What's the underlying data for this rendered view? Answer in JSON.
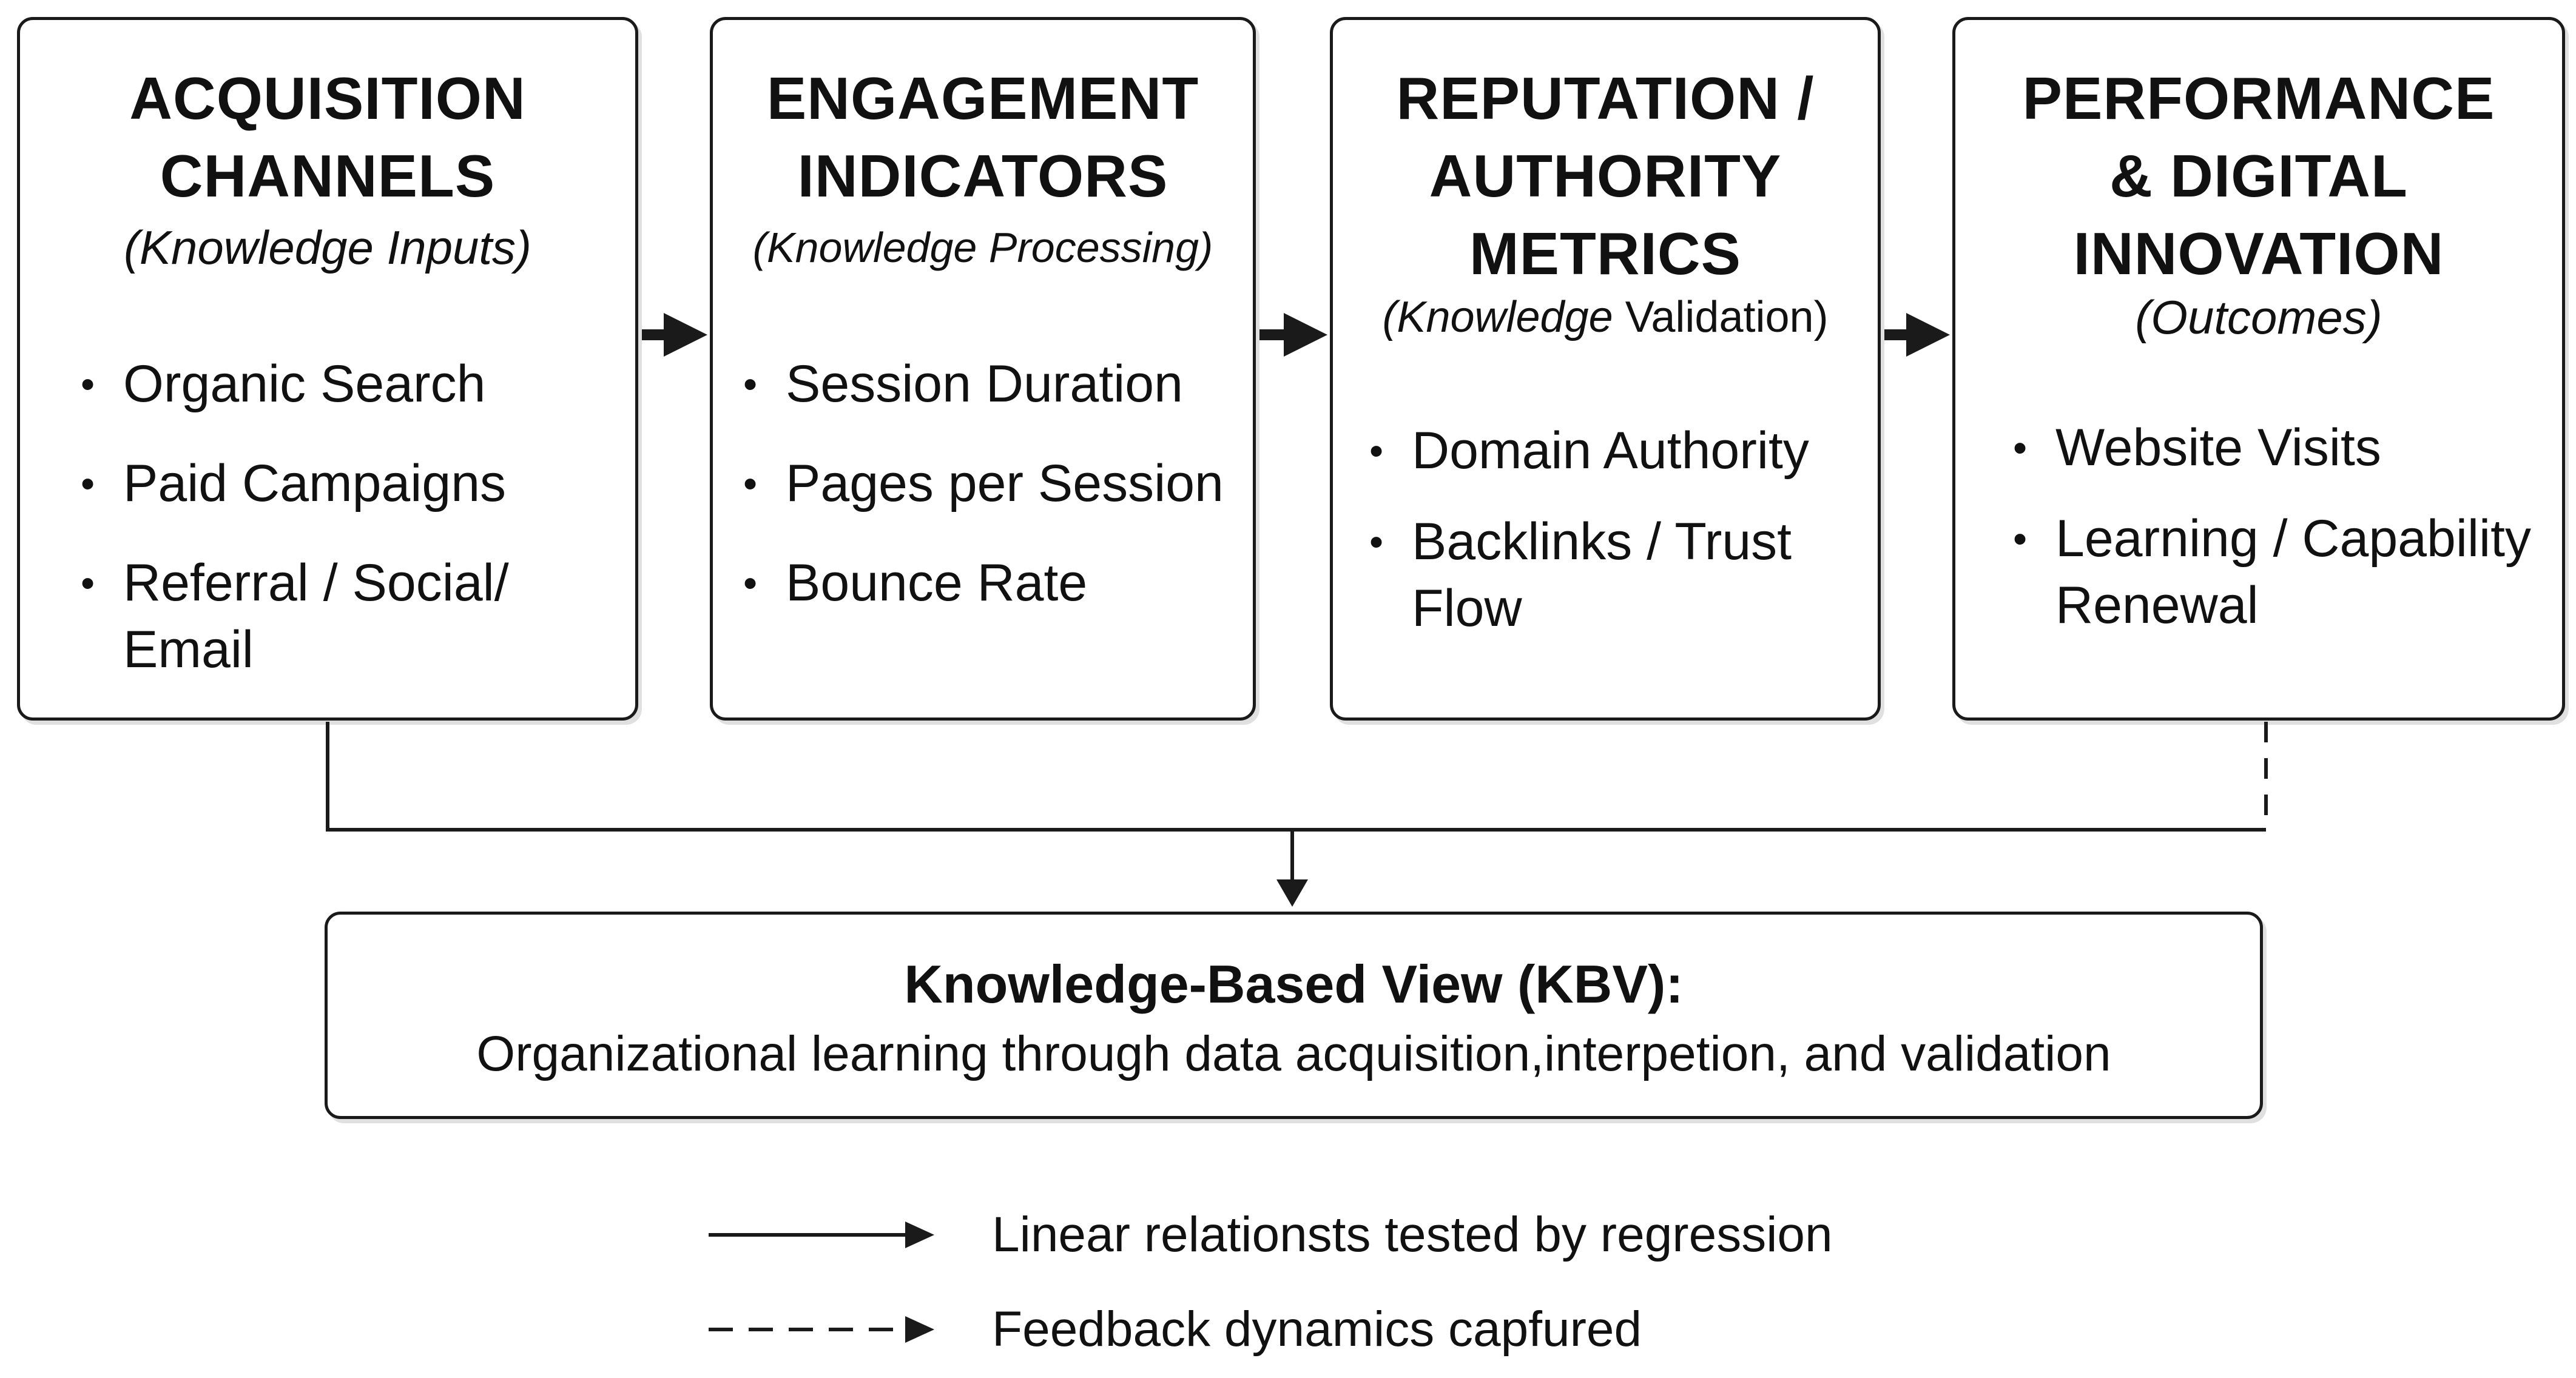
{
  "stages": [
    {
      "title_lines": [
        "ACQUISITION",
        "CHANNELS"
      ],
      "subtitle": "(Knowledge Inputs)",
      "items": [
        "Organic Search",
        "Paid Campaigns",
        "Referral / Social/ Email"
      ]
    },
    {
      "title_lines": [
        "ENGAGEMENT",
        "INDICATORS"
      ],
      "subtitle": "(Knowledge Processing)",
      "items": [
        "Session Duration",
        "Pages per Session",
        "Bounce Rate"
      ]
    },
    {
      "title_lines": [
        "REPUTATION /",
        "AUTHORITY",
        "METRICS"
      ],
      "subtitle_italic": "(Knowledge",
      "subtitle_plain": " Validation)",
      "items": [
        "Domain Authority",
        "Backlinks / Trust Flow"
      ]
    },
    {
      "title_lines": [
        "PERFORMANCE",
        "& DIGITAL",
        "INNOVATION"
      ],
      "subtitle": "(Outcomes)",
      "items": [
        "Website Visits",
        "Learning / Capability Renewal"
      ]
    }
  ],
  "kbv": {
    "title": "Knowledge-Based View (KBV):",
    "description": "Organizational learning through data acquisition,interpetion, and validation"
  },
  "legend": {
    "solid_label": "Linear relationsts tested by regression",
    "dashed_label": "Feedback dynamics capfured"
  },
  "colors": {
    "stroke": "#1a1a1a",
    "background": "#ffffff"
  }
}
